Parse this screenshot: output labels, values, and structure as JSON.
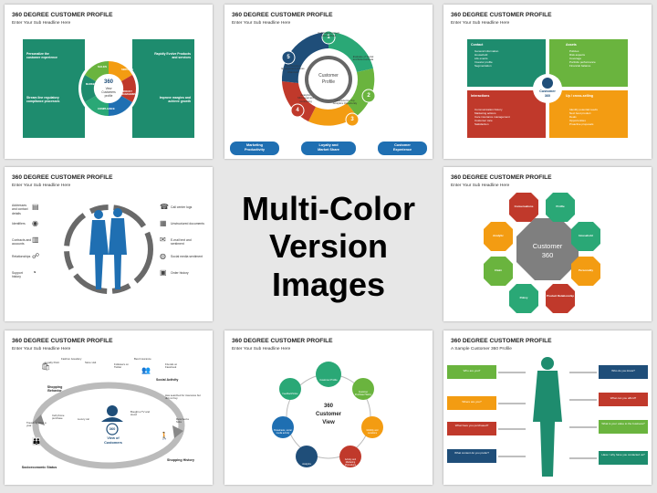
{
  "center": {
    "line1": "Multi-Color",
    "line2": "Version Images"
  },
  "common": {
    "title": "360 DEGREE CUSTOMER PROFILE",
    "subtitle": "Enter Your Sub Headline Here"
  },
  "s1": {
    "left_top": "Personalize the customer experience",
    "left_bottom": "Stream line regulatory compliance processes",
    "right_top": "Rapidly Evolve Products and services",
    "right_bottom": "Improve margins and achieve growth",
    "ring_top": "SALES",
    "ring_left": "MARKETING",
    "ring_right": "SERVICES",
    "ring_bottom_right": "PRODUCT MANAGEMENT",
    "ring_bottom": "COMPLIANCE",
    "center_num": "360",
    "center_a": "View",
    "center_b": "Customers",
    "center_c": "profile"
  },
  "s2": {
    "center_a": "Customer",
    "center_b": "Profile",
    "items": [
      {
        "num": "1",
        "text": "Understand current Internal Data"
      },
      {
        "num": "2",
        "text": "Evaluate of Social and External Data"
      },
      {
        "num": "3",
        "text": "Characterize Top Analytics Opportunity"
      },
      {
        "num": "4",
        "text": "Analytics Microsegment Continuing"
      },
      {
        "num": "5",
        "text": "Synchronized Engagement Across Channels"
      }
    ],
    "buttons": [
      {
        "a": "Marketing",
        "b": "Productivity"
      },
      {
        "a": "Loyalty and",
        "b": "Market Share"
      },
      {
        "a": "Customer",
        "b": "Experience"
      }
    ]
  },
  "s3": {
    "quads": [
      {
        "title": "Contact",
        "items": [
          "General information",
          "Household",
          "Life events",
          "Investor profile",
          "Segmentation"
        ]
      },
      {
        "title": "Assets",
        "items": [
          "Policies",
          "Risk aspects",
          "Coverage",
          "Portfolio performance",
          "Financial balance"
        ]
      },
      {
        "title": "Interactions",
        "items": [
          "Communication history",
          "Marketing actions",
          "Care insurance management",
          "Customer care",
          "Satisfaction"
        ]
      },
      {
        "title": "Up / cross-selling",
        "items": [
          "Identify potential needs",
          "Next best product",
          "Deals",
          "Opportunities",
          "Proactive proposals"
        ]
      }
    ],
    "center_a": "Customer",
    "center_b": "360"
  },
  "s4": {
    "left": [
      "Addresses and contact details",
      "Identifiers",
      "Contracts and accounts",
      "Relationships",
      "Support history"
    ],
    "right": [
      "Call center logs",
      "Unstructured documents",
      "E-mail text and sentiment",
      "Social media sentiment",
      "Order history"
    ]
  },
  "s6": {
    "center_a": "Customer",
    "center_b": "360",
    "nodes": [
      "Conversations",
      "Profile",
      "Household",
      "Personality",
      "Product Relationship",
      "Policy",
      "Claim",
      "Analytic"
    ]
  },
  "s7": {
    "labels": {
      "shopping_behavior": "Shopping Behavior",
      "social_activity": "Social Activity",
      "socioeconomic": "Socioeconomic Status",
      "shopping_history": "Shopping History",
      "view_of": "View of",
      "customers": "Customers",
      "num": "360"
    },
    "notes": [
      "Fashion Jewellery",
      "Loyalty Point",
      "Store visit",
      "Followers on Twitter",
      "Best Insurance",
      "Friends on Facebook",
      "Has searched for insurance but did not buy",
      "Bought a TV and stood",
      "Returned a Sofa",
      "Cell phone purchase",
      "Luxury car",
      "Travelling twice a year"
    ]
  },
  "s8": {
    "center_a": "360",
    "center_b": "Customer",
    "center_c": "View",
    "items": [
      "Customer Profile",
      "Customer Purchase History",
      "Mobility and Locations",
      "Activity and Marketing Promotions",
      "Analytics",
      "Broadcasts, social media activity",
      "Feedback/Voice"
    ]
  },
  "s9": {
    "subtitle": "A Sample Customer 360 Profile",
    "left": [
      "Who are you?",
      "Where are you?",
      "What have you purchased?",
      "What content do you prefer?"
    ],
    "right": [
      "Who do you know?",
      "What can you afford?",
      "What is your value to the business?",
      "Have / why have you contacted us?"
    ]
  },
  "colors": {
    "green": "#2aa876",
    "orange": "#f39c12",
    "red": "#c0392b",
    "blue": "#1f6fb2",
    "lime": "#6ab43e"
  }
}
